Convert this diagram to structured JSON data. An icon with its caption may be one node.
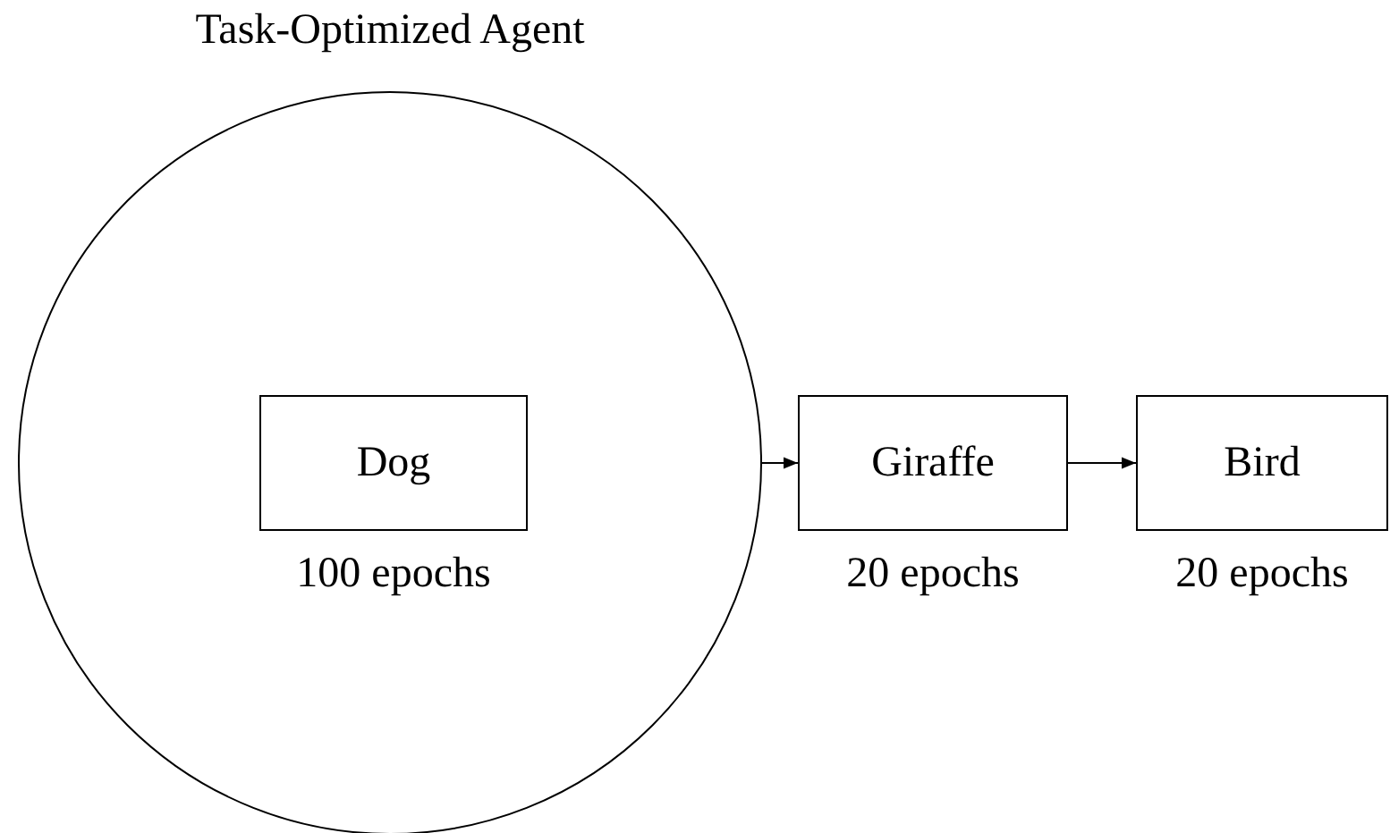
{
  "diagram": {
    "nodes": [
      {
        "text": [
          "Task-Optimized Agent"
        ]
      },
      {
        "text": [
          "Dog"
        ],
        "in": 0,
        "beside": [
          "100 epochs"
        ]
      },
      {
        "text": [
          "Giraffe"
        ],
        "beside": [
          "20 epochs"
        ]
      },
      {
        "text": [
          "Bird"
        ],
        "beside": [
          "20 epochs"
        ]
      }
    ],
    "edges": [
      {
        "from": 0,
        "to": 2,
        "arrow": "to"
      },
      {
        "from": 2,
        "to": 3,
        "arrow": "to"
      }
    ]
  }
}
